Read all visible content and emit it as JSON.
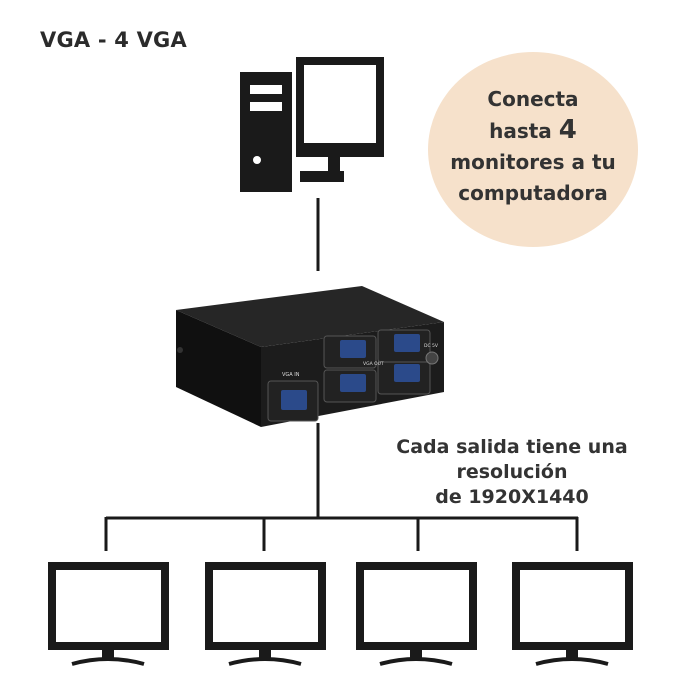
{
  "title": "VGA - 4 VGA",
  "bubble": {
    "line1": "Conecta",
    "line2_prefix": "hasta ",
    "line2_number": "4",
    "line3": "monitores a tu",
    "line4": "computadora"
  },
  "caption": {
    "line1": "Cada salida tiene una",
    "line2": "resolución",
    "line3": "de 1920X1440"
  },
  "device": {
    "input_label": "VGA IN",
    "output_label": "VGA OUT",
    "power_label": "DC 5V"
  },
  "icons": [
    "computer-tower-icon",
    "monitor-icon",
    "vga-splitter-device",
    "monitor-icon"
  ],
  "colors": {
    "line": "#1a1a1a",
    "bubble": "#f6e1cb",
    "device": "#141414"
  },
  "output_count": 4
}
